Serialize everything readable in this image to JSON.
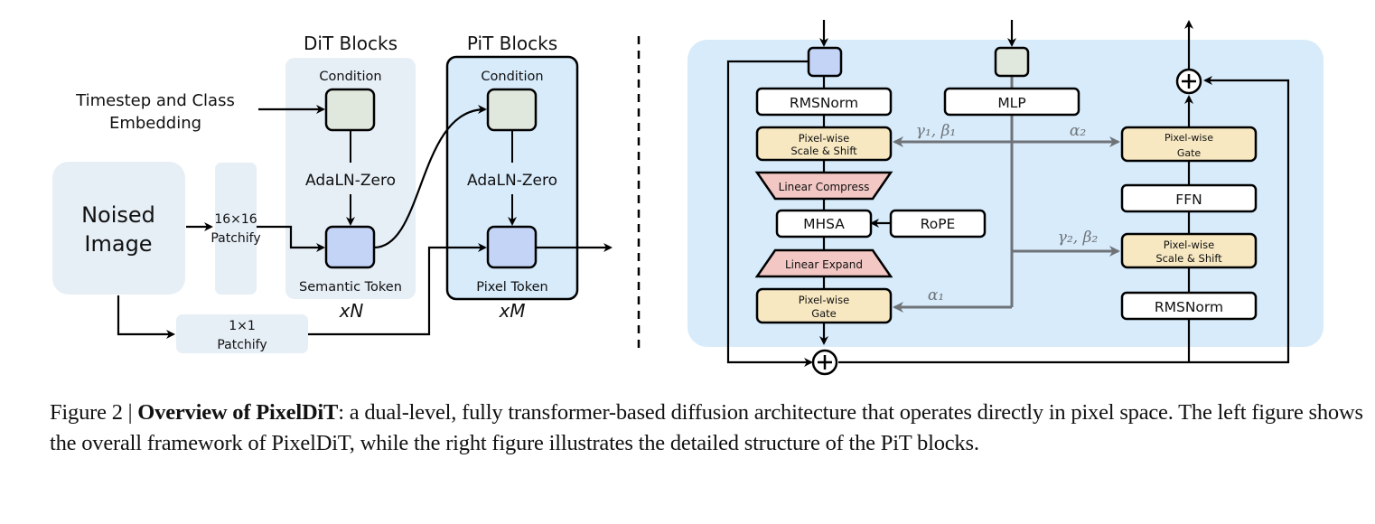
{
  "left": {
    "dit_title": "DiT Blocks",
    "pit_title": "PiT Blocks",
    "timestep_line1": "Timestep and Class",
    "timestep_line2": "Embedding",
    "noised_line1": "Noised",
    "noised_line2": "Image",
    "patchify16_line1": "16×16",
    "patchify16_line2": "Patchify",
    "patchify1_line1": "1×1",
    "patchify1_line2": "Patchify",
    "dit_condition": "Condition",
    "dit_adaln": "AdaLN-Zero",
    "dit_token": "Semantic Token",
    "dit_repeat": "xN",
    "pit_condition": "Condition",
    "pit_adaln": "AdaLN-Zero",
    "pit_token": "Pixel Token",
    "pit_repeat": "xM"
  },
  "right": {
    "rmsnorm_1": "RMSNorm",
    "mlp": "MLP",
    "scale_shift_1_l1": "Pixel-wise",
    "scale_shift_1_l2": "Scale & Shift",
    "linear_compress": "Linear Compress",
    "mhsa": "MHSA",
    "rope": "RoPE",
    "linear_expand": "Linear Expand",
    "gate_1_l1": "Pixel-wise",
    "gate_1_l2": "Gate",
    "gate_2_l1": "Pixel-wise",
    "gate_2_l2": "Gate",
    "ffn": "FFN",
    "scale_shift_2_l1": "Pixel-wise",
    "scale_shift_2_l2": "Scale & Shift",
    "rmsnorm_2": "RMSNorm",
    "gamma1_beta1": "γ₁, β₁",
    "alpha2": "α₂",
    "gamma2_beta2": "γ₂, β₂",
    "alpha1": "α₁"
  },
  "colors": {
    "light_panel": "#e6eef6",
    "pit_panel": "#d7ebfb",
    "token_blue": "#c4d4f7",
    "condition_green": "#e0e8dd",
    "gate_yellow": "#f7e8c2",
    "linear_pink": "#f2c7c4",
    "gray_arrow": "#6f7377"
  },
  "caption": {
    "prefix": "Figure 2 | ",
    "bold": "Overview of PixelDiT",
    "rest": ": a dual-level, fully transformer-based diffusion architecture that operates directly in pixel space. The left figure shows the overall framework of PixelDiT, while the right figure illustrates the detailed structure of the PiT blocks."
  }
}
